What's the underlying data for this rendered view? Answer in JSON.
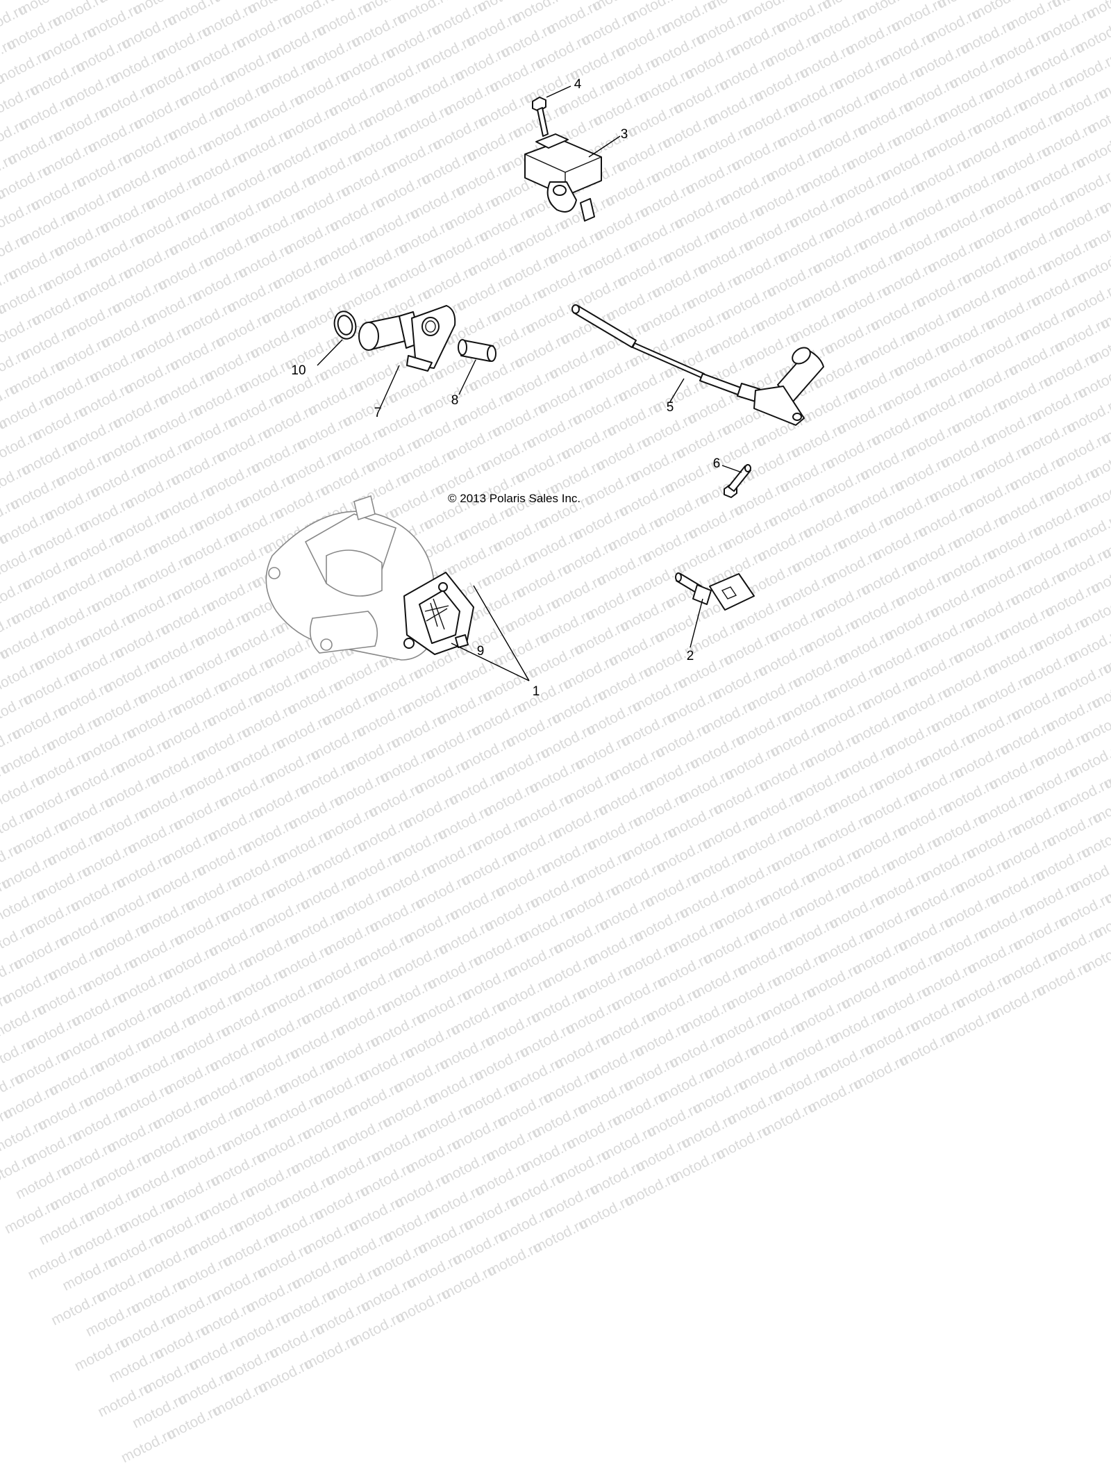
{
  "watermark": {
    "text": "motod.ru"
  },
  "copyright": "© 2013 Polaris Sales Inc.",
  "callouts": {
    "c1": "1",
    "c2": "2",
    "c3": "3",
    "c4": "4",
    "c5": "5",
    "c6": "6",
    "c7": "7",
    "c8": "8",
    "c9": "9",
    "c10": "10"
  },
  "colors": {
    "background": "#ffffff",
    "line": "#111111",
    "watermark": "#d9d9d9"
  }
}
